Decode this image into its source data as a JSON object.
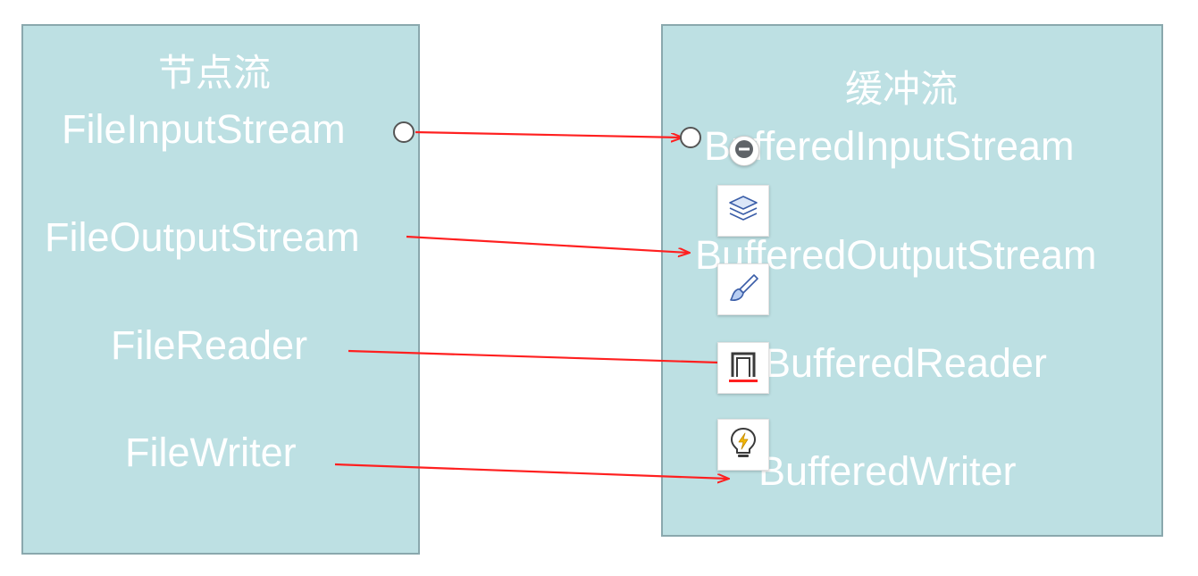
{
  "diagram": {
    "left_box": {
      "title": "节点流",
      "items": [
        "FileInputStream",
        "FileOutputStream",
        "FileReader",
        "FileWriter"
      ]
    },
    "right_box": {
      "title": "缓冲流",
      "items": [
        "BufferedInputStream",
        "BufferedOutputStream",
        "BufferedReader",
        "BufferedWriter"
      ]
    },
    "arrow_color": "#ff2020",
    "box_fill": "#bde0e3",
    "box_border": "#8aa8ad"
  },
  "toolbar": {
    "icons": [
      "minus-circle-icon",
      "layers-icon",
      "brush-icon",
      "frame-underline-icon",
      "lightbulb-bolt-icon"
    ]
  }
}
